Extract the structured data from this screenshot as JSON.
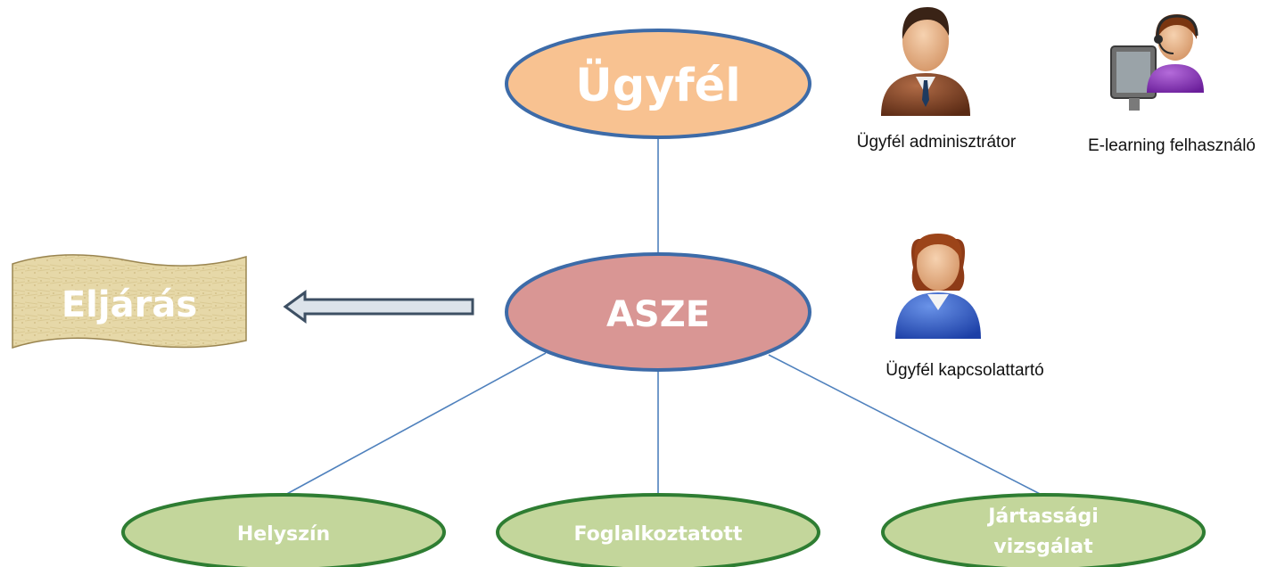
{
  "nodes": {
    "client": {
      "label": "Ügyfél",
      "fill": "#F8C291",
      "stroke": "#3D6BA8"
    },
    "asze": {
      "label": "ASZE",
      "fill": "#D99694",
      "stroke": "#3D6BA8"
    },
    "location": {
      "label": "Helyszín",
      "fill": "#C3D69B",
      "stroke": "#2E7D32"
    },
    "employed": {
      "label": "Foglalkoztatott",
      "fill": "#C3D69B",
      "stroke": "#2E7D32"
    },
    "proficiency": {
      "label_line1": "Jártassági",
      "label_line2": "vizsgálat",
      "fill": "#C3D69B",
      "stroke": "#2E7D32"
    }
  },
  "procedure": {
    "label": "Eljárás",
    "fill": "#E6D8A8"
  },
  "people": [
    {
      "caption": "Ügyfél adminisztrátor",
      "icon": "business-man-icon"
    },
    {
      "caption": "E-learning felhasználó",
      "icon": "headset-operator-icon"
    },
    {
      "caption": "Ügyfél kapcsolattartó",
      "icon": "business-woman-icon"
    }
  ],
  "colors": {
    "connector": "#4F81BD",
    "arrow_fill": "#DCE3EA",
    "arrow_stroke": "#3D4F63"
  }
}
